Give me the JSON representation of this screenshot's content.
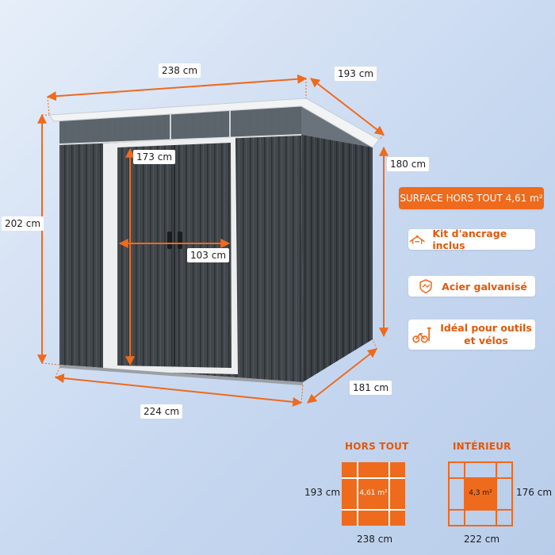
{
  "dimensions": {
    "width_top": "238 cm",
    "depth_top": "193 cm",
    "height_left": "202 cm",
    "height_right": "180 cm",
    "door_height": "173 cm",
    "door_width": "103 cm",
    "width_bottom": "224 cm",
    "depth_bottom": "181 cm"
  },
  "features": {
    "surface": "SURFACE HORS TOUT 4,61 m²",
    "anchor_kit": "Kit d'ancrage inclus",
    "steel": "Acier galvanisé",
    "usage_line1": "Idéal pour outils",
    "usage_line2": "et vélos"
  },
  "footprints": {
    "outer": {
      "title": "HORS TOUT",
      "area": "4,61 m²",
      "depth": "193 cm",
      "width": "238 cm"
    },
    "inner": {
      "title": "INTÉRIEUR",
      "area": "4,3 m²",
      "depth": "176 cm",
      "width": "222 cm"
    }
  },
  "colors": {
    "accent": "#ee6a1d",
    "shed": "#3f4449",
    "trim": "#eef0f1"
  }
}
